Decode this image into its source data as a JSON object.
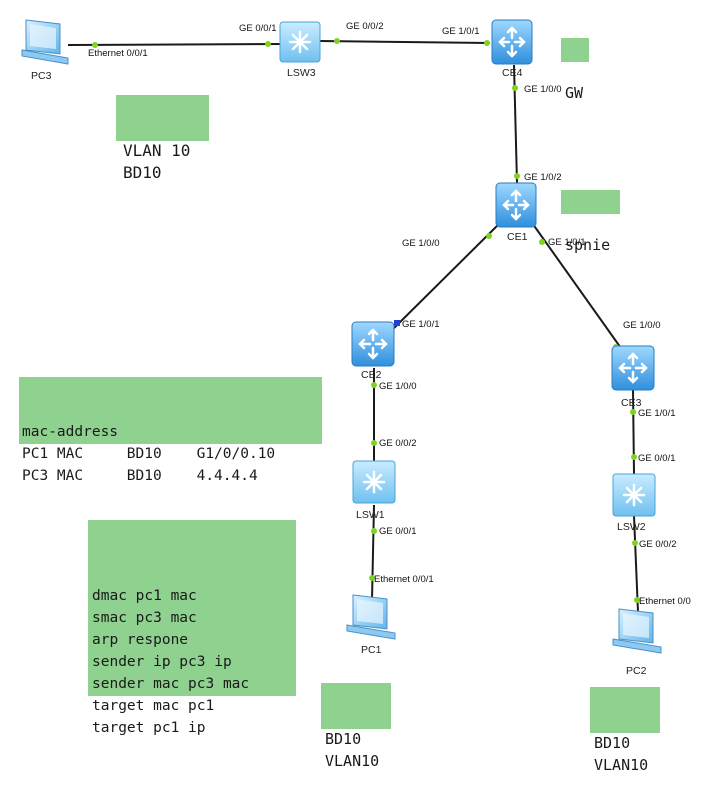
{
  "devices": {
    "pc3": "PC3",
    "lsw3": "LSW3",
    "ce4": "CE4",
    "ce1": "CE1",
    "ce2": "CE2",
    "ce3": "CE3",
    "lsw1": "LSW1",
    "lsw2": "LSW2",
    "pc1": "PC1",
    "pc2": "PC2"
  },
  "ports": {
    "pc3_eth": "Ethernet 0/0/1",
    "lsw3_ge001": "GE 0/0/1",
    "lsw3_ge002": "GE 0/0/2",
    "ce4_ge101": "GE 1/0/1",
    "ce4_ge100": "GE 1/0/0",
    "ce1_ge102": "GE 1/0/2",
    "ce1_ge100": "GE 1/0/0",
    "ce1_ge101": "GE 1/0/1",
    "ce2_ge101": "GE 1/0/1",
    "ce2_ge100": "GE 1/0/0",
    "ce3_ge100": "GE 1/0/0",
    "ce3_ge101": "GE 1/0/1",
    "lsw1_ge002": "GE 0/0/2",
    "lsw1_ge001": "GE 0/0/1",
    "lsw2_ge001": "GE 0/0/1",
    "lsw2_ge002": "GE 0/0/2",
    "pc1_eth": "Ethernet 0/0/1",
    "pc2_eth": "Ethernet 0/0"
  },
  "notes": {
    "vlan_bd_top": [
      "VLAN 10",
      "BD10"
    ],
    "gw": "GW",
    "spine": "spnie",
    "mac_table": [
      "mac-address",
      "PC1 MAC     BD10    G1/0/0.10",
      "PC3 MAC     BD10    4.4.4.4"
    ],
    "arp": [
      "dmac pc1 mac",
      "smac pc3 mac",
      "arp respone",
      "sender ip pc3 ip",
      "sender mac pc3 mac",
      "target mac pc1",
      "target pc1 ip"
    ],
    "bd_vlan_pc1": [
      "BD10",
      "VLAN10"
    ],
    "bd_vlan_pc2": [
      "BD10",
      "VLAN10"
    ]
  },
  "colors": {
    "note_bg": "#8fd18f",
    "link": "#1a1a1a",
    "port_dot": "#7ed321",
    "port_dot_blue": "#1f3fd6",
    "device_blue": "#3fa0e8"
  }
}
